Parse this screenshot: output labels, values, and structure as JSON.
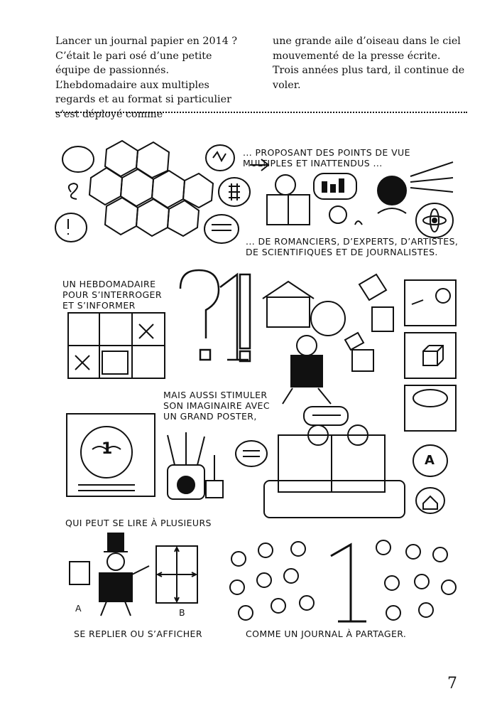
{
  "intro": {
    "col1": "Lancer un journal papier en 2014 ? C’était le pari osé d’une petite équipe de passionnés. L’hebdomadaire aux multiples regards et au format si particulier s’est déployé comme",
    "col2": "une grande aile d’oiseau dans le ciel mouvementé de la presse écrite. Trois années plus tard, il continue de voler."
  },
  "captions": {
    "c1": "... proposant des points de vue multiples et inattendus ...",
    "c2": "... de romanciers, d’experts, d’artistes, de scientifiques et de journalistes.",
    "c3": "Un hebdomadaire pour s’interroger et s’informer",
    "c4": "Mais aussi stimuler son imaginaire avec un grand poster,",
    "c5": "qui peut se lire à plusieurs",
    "c6": "se replier ou s’afficher",
    "c7": "comme un journal à partager."
  },
  "labels": {
    "a": "A",
    "b": "B",
    "bubble_a": "A",
    "logo": "1"
  },
  "page_number": "7"
}
